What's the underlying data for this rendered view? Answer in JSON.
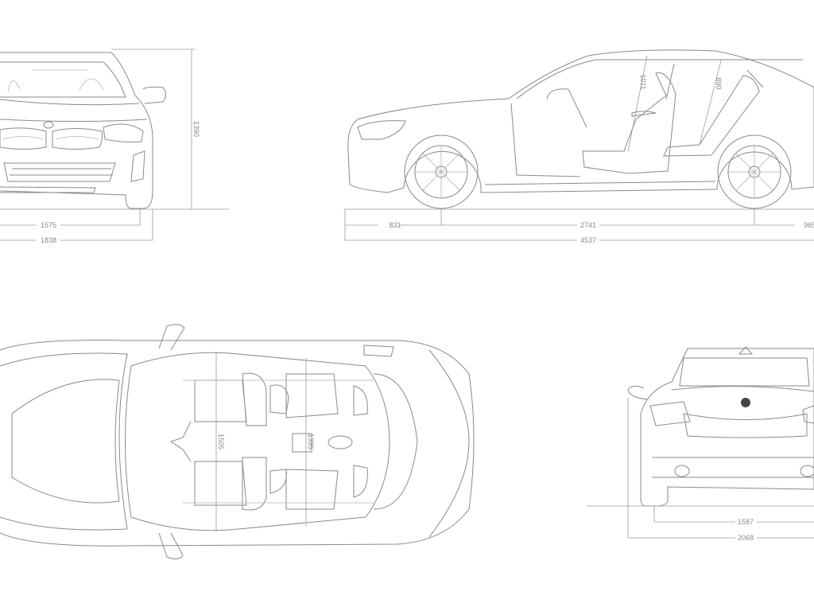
{
  "drawing": {
    "front_view": {
      "height": "1390",
      "track_front": "1575",
      "width": "1838"
    },
    "side_view": {
      "front_overhang": "831",
      "wheelbase": "2741",
      "rear_overhang": "965",
      "length": "4537",
      "headroom_front": "1011",
      "headroom_rear": "890"
    },
    "top_view": {
      "shoulder_width_front": "1505",
      "shoulder_width_rear": "1395"
    },
    "rear_view": {
      "track_rear": "1587",
      "width_with_mirrors": "2068"
    }
  },
  "colors": {
    "line": "#8a8a8a",
    "background": "#ffffff"
  }
}
